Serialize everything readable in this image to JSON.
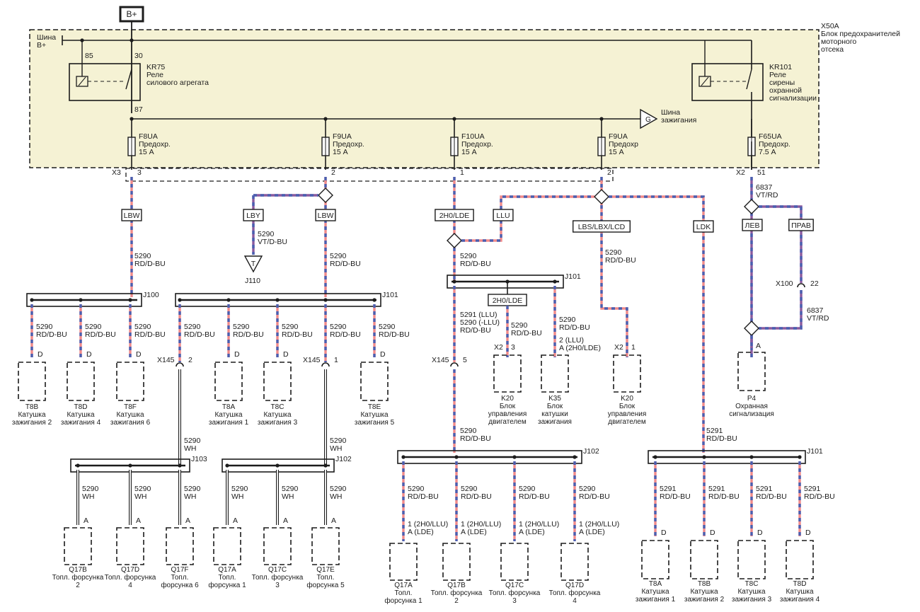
{
  "supply": {
    "bplus": "B+"
  },
  "fuse_block": {
    "id": "X50A",
    "title": "Блок предохранителей\nмоторного\nотсека",
    "bus_label": "Шина\nB+",
    "ign_bus_label": "Шина\nзажигания",
    "ign_symbol": "G"
  },
  "relays": [
    {
      "id": "KR75",
      "desc": "Реле\nсилового агрегата",
      "pin_a": "85",
      "pin_b": "30",
      "pin_c": "87"
    },
    {
      "id": "KR101",
      "desc": "Реле\nсирены\nохранной\nсигнализации"
    }
  ],
  "fuses": [
    {
      "id": "F8UA",
      "desc": "Предохр.\n15 A",
      "pin": "3",
      "connector": "X3"
    },
    {
      "id": "F9UA",
      "desc": "Предохр.\n15 A",
      "pin": "2"
    },
    {
      "id": "F10UA",
      "desc": "Предохр.\n15 A",
      "pin": "1"
    },
    {
      "id": "F9UA",
      "desc": "Предохр\n15 A",
      "pin": "2"
    },
    {
      "id": "F65UA",
      "desc": "Предохр.\n7.5 A",
      "pin": "51",
      "connector": "X2"
    }
  ],
  "options": [
    "LBW",
    "LBY",
    "LBW",
    "2H0/LDE",
    "LLU",
    "LBS/LBX/LCD",
    "LDK",
    "ЛЕВ",
    "ПРАВ",
    "2H0/LDE"
  ],
  "splices": [
    "J100",
    "J101",
    "J101",
    "J102",
    "J103",
    "J102",
    "J101"
  ],
  "conns": [
    "X145",
    "2",
    "X145",
    "1",
    "X145",
    "5",
    "X100",
    "22",
    "X2",
    "3",
    "X2",
    "1"
  ],
  "wires": [
    "5290\nRD/D-BU",
    "5290\nVT/D-BU",
    "5290\nRD/D-BU",
    "5290\nRD/D-BU",
    "5290\nRD/D-BU",
    "6837\nVT/RD",
    "6837\nVT/RD",
    "5290\nRD/D-BU",
    "5290\nRD/D-BU",
    "5290\nRD/D-BU",
    "5290\nRD/D-BU",
    "5290\nRD/D-BU",
    "5290\nRD/D-BU",
    "5290\nRD/D-BU",
    "5290\nRD/D-BU",
    "5291 (LLU)\n5290 (-LLU)\nRD/D-BU",
    "5290\nRD/D-BU",
    "5290\nRD/D-BU",
    "5290\nWH",
    "5290\nWH",
    "5290\nRD/D-BU",
    "5291\nRD/D-BU",
    "5290\nWH",
    "5290\nWH",
    "5290\nWH",
    "5290\nWH",
    "5290\nWH",
    "5290\nWH",
    "5290\nRD/D-BU",
    "5290\nRD/D-BU",
    "5290\nRD/D-BU",
    "5290\nRD/D-BU",
    "5291\nRD/D-BU",
    "5291\nRD/D-BU",
    "5291\nRD/D-BU",
    "5291\nRD/D-BU"
  ],
  "pins": [
    "D",
    "D",
    "D",
    "D",
    "D",
    "D",
    "A",
    "A",
    "A",
    "A",
    "A",
    "A",
    "A",
    "A",
    "A",
    "A",
    "A",
    "D",
    "D",
    "D",
    "D",
    "1 (2H0/LLU)\nA (LDE)",
    "1 (2H0/LLU)\nA (LDE)",
    "1 (2H0/LLU)\nA (LDE)",
    "1 (2H0/LLU)\nA (LDE)",
    "2 (LLU)\nA (2H0/LDE)"
  ],
  "components": [
    "T8B\nКатушка\nзажигания 2",
    "T8D\nКатушка\nзажигания 4",
    "T8F\nКатушка\nзажигания 6",
    "T8A\nКатушка\nзажигания 1",
    "T8C\nКатушка\nзажигания 3",
    "T8E\nКатушка\nзажигания 5",
    "K20\nБлок\nуправления\nдвигателем",
    "K35\nБлок\nкатушки\nзажигания",
    "K20\nБлок\nуправления\nдвигателем",
    "P4\nОхранная\nсигнализация",
    "Q17B\nТопл. форсунка\n2",
    "Q17D\nТопл. форсунка\n4",
    "Q17F\nТопл.\nфорсунка 6",
    "Q17A\nТопл.\nфорсунка 1",
    "Q17C\nТопл. форсунка\n3",
    "Q17E\nТопл.\nфорсунка 5",
    "Q17A\nТопл.\nфорсунка 1",
    "Q17B\nТопл. форсунка\n2",
    "Q17C\nТопл. форсунка\n3",
    "Q17D\nТопл. форсунка\n4",
    "T8A\nКатушка\nзажигания 1",
    "T8B\nКатушка\nзажигания 2",
    "T8C\nКатушка\nзажигания 3",
    "T8D\nКатушка\nзажигания 4"
  ],
  "ground_ref": {
    "symbol": "T",
    "id": "J110"
  },
  "colors": {
    "shade": "#f5f2d4",
    "red": "#f08a8a",
    "blue": "#4a5fb0",
    "line": "#1c1c1c"
  }
}
